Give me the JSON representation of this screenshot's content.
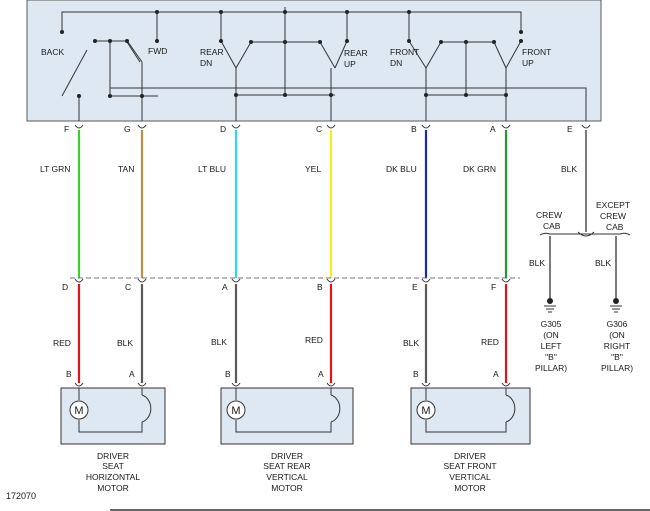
{
  "switch": {
    "labels": {
      "back": "BACK",
      "fwd": "FWD",
      "rear_dn": [
        "REAR",
        "DN"
      ],
      "rear_up": [
        "REAR",
        "UP"
      ],
      "front_dn": [
        "FRONT",
        "DN"
      ],
      "front_up": [
        "FRONT",
        "UP"
      ]
    },
    "pins": [
      "F",
      "G",
      "D",
      "C",
      "B",
      "A",
      "E"
    ]
  },
  "wires": {
    "upper": [
      "LT GRN",
      "TAN",
      "LT BLU",
      "YEL",
      "DK BLU",
      "DK GRN",
      "BLK"
    ],
    "lower": [
      "RED",
      "BLK",
      "BLK",
      "RED",
      "BLK",
      "RED"
    ],
    "connector_pins": [
      "D",
      "C",
      "A",
      "B",
      "E",
      "F"
    ],
    "motor_pins": [
      "B",
      "A",
      "B",
      "A",
      "B",
      "A"
    ],
    "colors": {
      "lt_grn": "#39d12a",
      "tan": "#b78f4a",
      "lt_blu": "#2fd6f0",
      "yel": "#f2ee22",
      "dk_blu": "#1a2aa0",
      "dk_grn": "#1f9a2e",
      "red": "#e3121b",
      "blk": "#5a5a5a"
    }
  },
  "ground": {
    "split": {
      "left": [
        "CREW",
        "CAB"
      ],
      "right": [
        "EXCEPT",
        "CREW",
        "CAB"
      ]
    },
    "wire_left": "BLK",
    "wire_right": "BLK",
    "g305": [
      "G305",
      "(ON",
      "LEFT",
      "\"B\"",
      "PILLAR)"
    ],
    "g306": [
      "G306",
      "(ON",
      "RIGHT",
      "\"B\"",
      "PILLAR)"
    ]
  },
  "motors": [
    {
      "name": [
        "DRIVER",
        "SEAT",
        "HORIZONTAL",
        "MOTOR"
      ],
      "symbol": "M"
    },
    {
      "name": [
        "DRIVER",
        "SEAT REAR",
        "VERTICAL",
        "MOTOR"
      ],
      "symbol": "M"
    },
    {
      "name": [
        "DRIVER",
        "SEAT FRONT",
        "VERTICAL",
        "MOTOR"
      ],
      "symbol": "M"
    }
  ],
  "figure_number": "172070"
}
